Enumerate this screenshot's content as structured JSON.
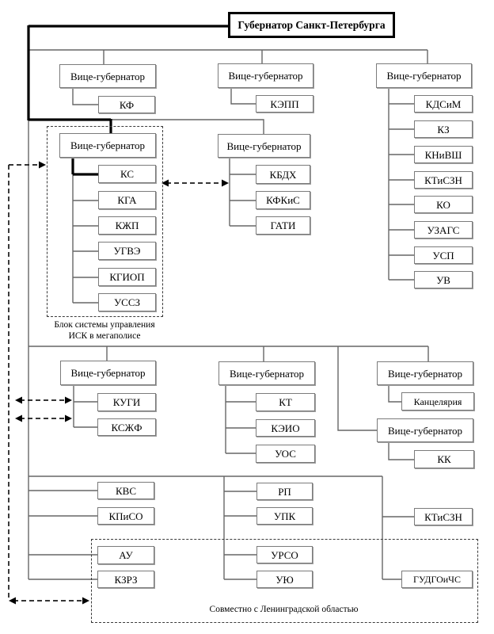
{
  "chart": {
    "governor": "Губернатор Санкт-Петербурга",
    "vg": "Вице-губернатор",
    "row1": {
      "left_children": [
        "КФ"
      ],
      "mid_children": [
        "КЭПП"
      ],
      "right_children": [
        "КДСиМ",
        "КЗ",
        "КНиВШ",
        "КТиСЗН",
        "КО",
        "УЗАГС",
        "УСП",
        "УВ"
      ]
    },
    "block1": {
      "children": [
        "КС",
        "КГА",
        "КЖП",
        "УГВЭ",
        "КГИОП",
        "УССЗ"
      ],
      "caption_line1": "Блок системы управления",
      "caption_line2": "ИСК в мегаполисе"
    },
    "row2_mid_children": [
      "КБДХ",
      "КФКиС",
      "ГАТИ"
    ],
    "row3": {
      "left_children": [
        "КУГИ",
        "КСЖФ"
      ],
      "mid_children": [
        "КТ",
        "КЭИО",
        "УОС"
      ],
      "right_children": [
        "Канцелярия"
      ],
      "right2_children": [
        "КК"
      ]
    },
    "row4": {
      "left": [
        "КВС",
        "КПиСО"
      ],
      "mid": [
        "РП",
        "УПК"
      ],
      "right": [
        "КТиСЗН"
      ]
    },
    "block2": {
      "left": [
        "АУ",
        "КЗРЗ"
      ],
      "mid": [
        "УРСО",
        "УЮ"
      ],
      "right": [
        "ГУДГОиЧС"
      ],
      "caption": "Совместно с Ленинградской областью"
    }
  }
}
